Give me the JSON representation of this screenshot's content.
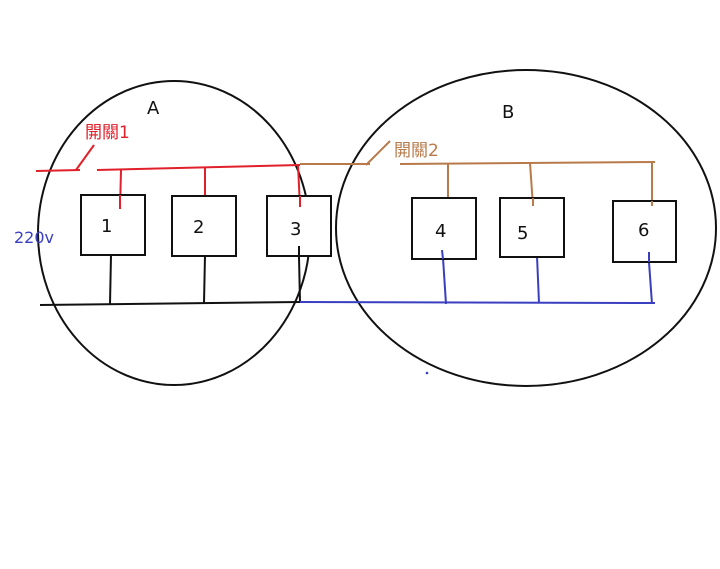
{
  "groups": {
    "a": {
      "label": "A"
    },
    "b": {
      "label": "B"
    }
  },
  "switches": {
    "s1": {
      "label": "開關1",
      "color": "#e0202a"
    },
    "s2": {
      "label": "開關2",
      "color": "#b87a4b"
    }
  },
  "supply": {
    "label": "220v",
    "color": "#3a3fc0"
  },
  "neutral_color": "#3a3fc0",
  "devices": [
    {
      "label": "1"
    },
    {
      "label": "2"
    },
    {
      "label": "3"
    },
    {
      "label": "4"
    },
    {
      "label": "5"
    },
    {
      "label": "6"
    }
  ]
}
